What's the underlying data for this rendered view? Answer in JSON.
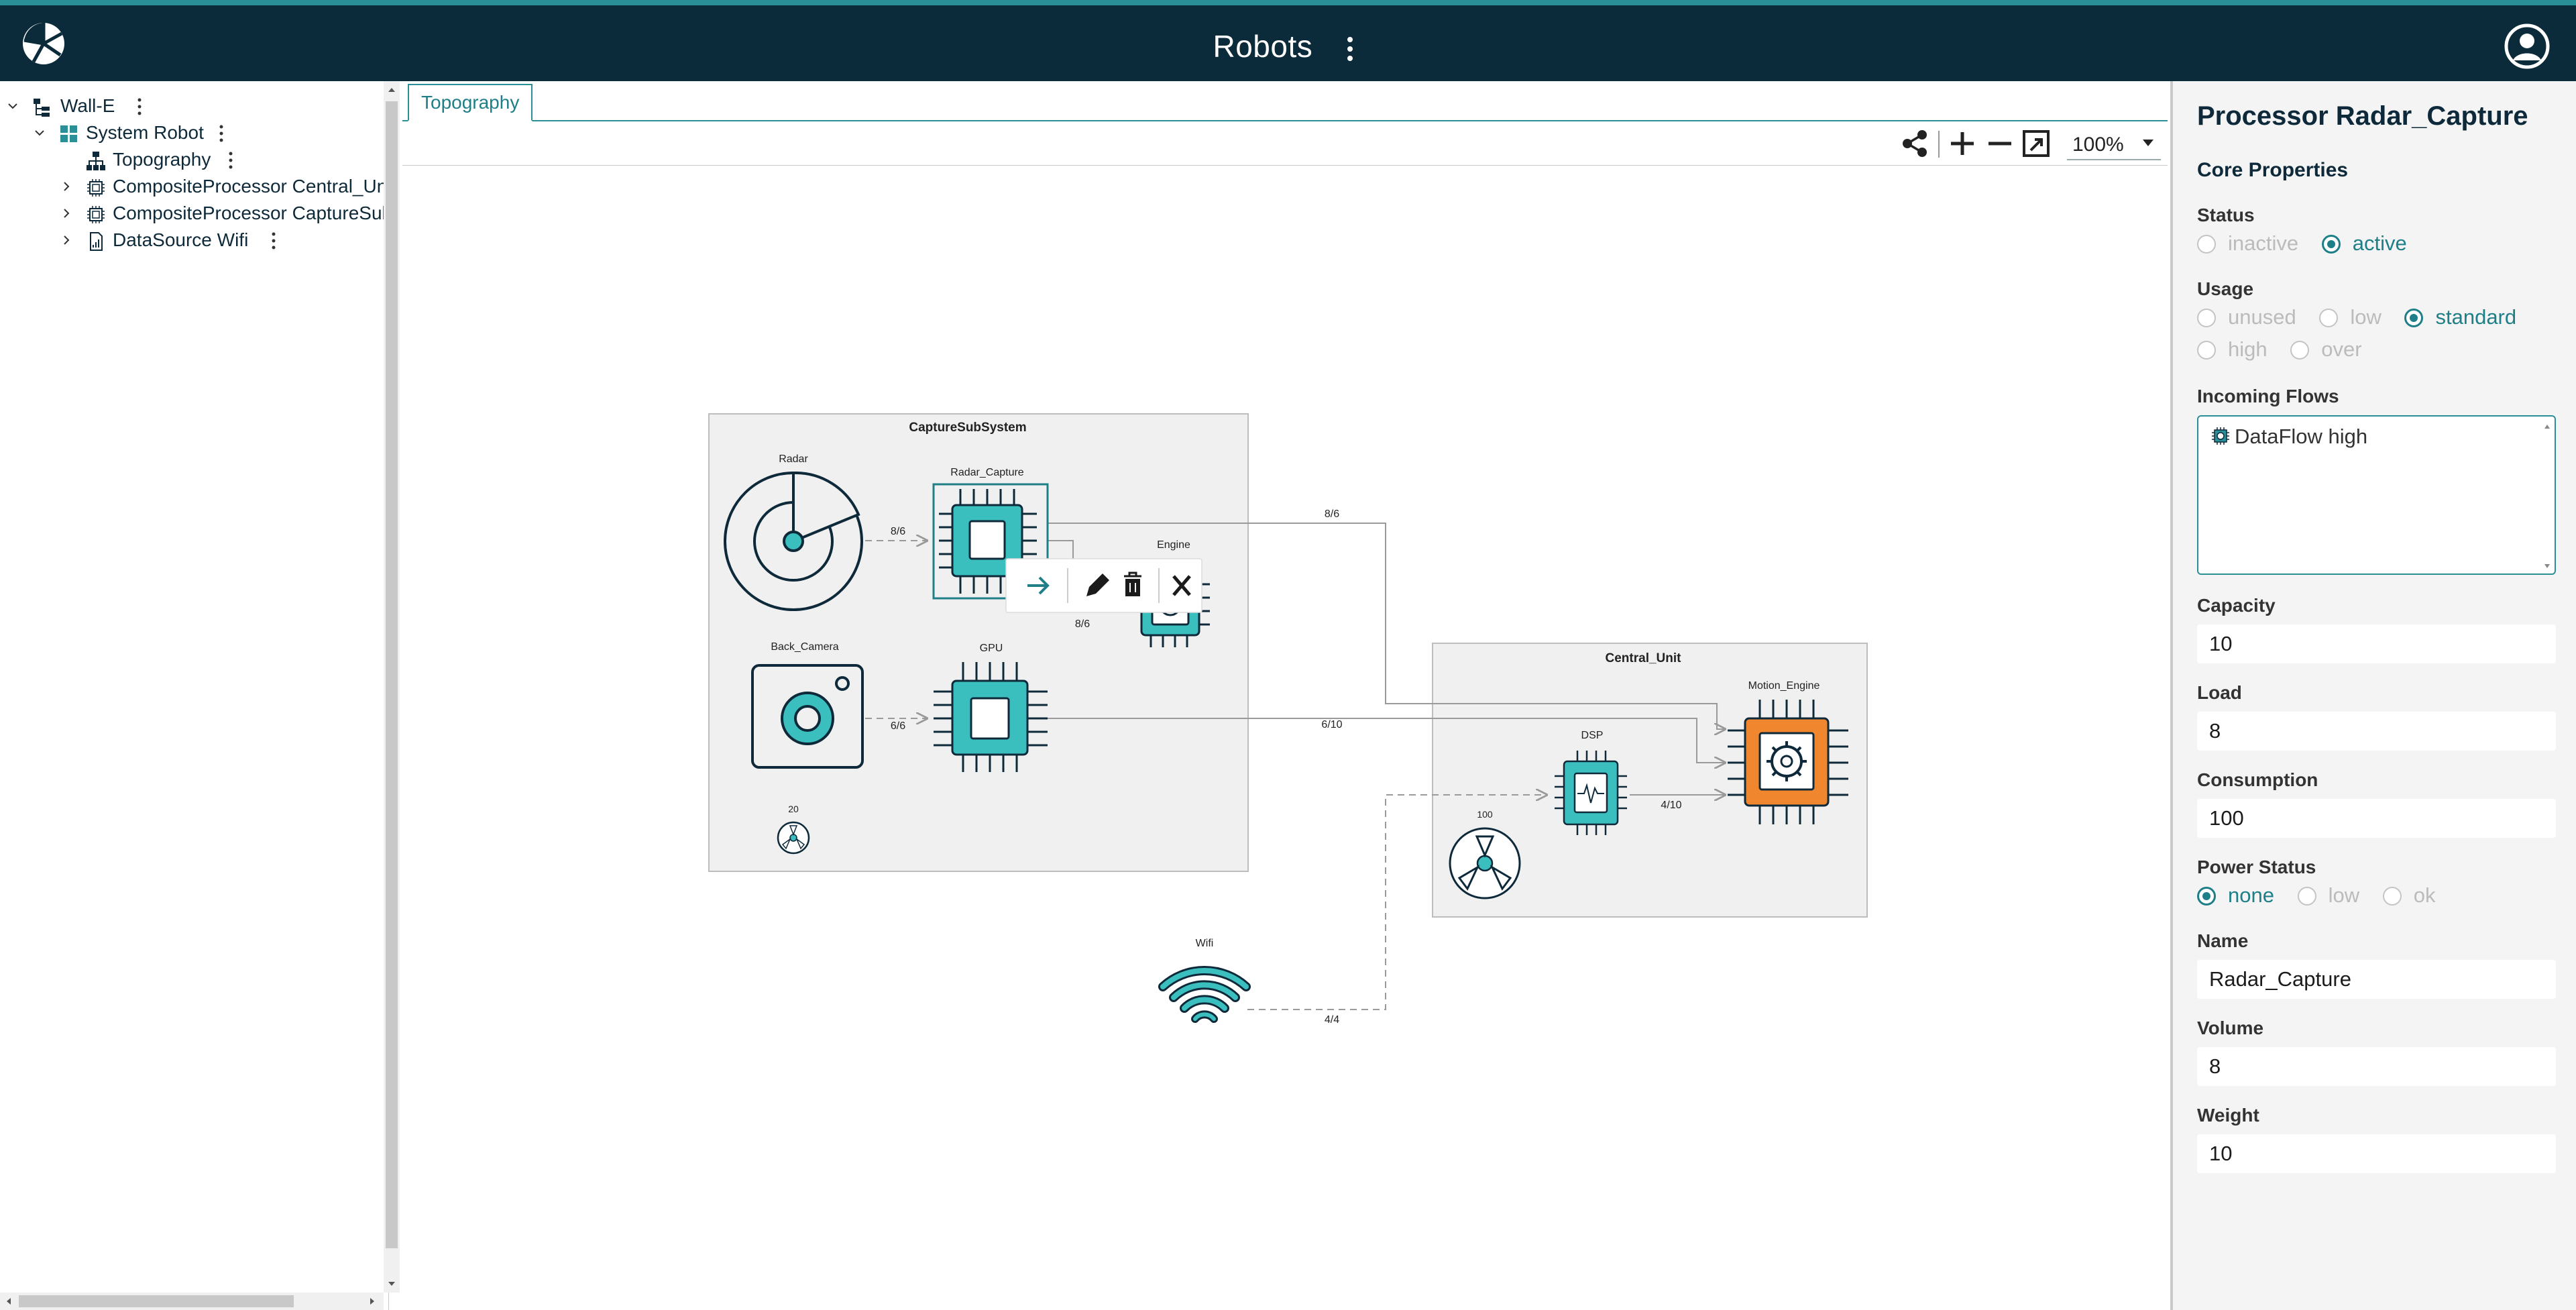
{
  "header": {
    "title": "Robots"
  },
  "tree": {
    "items": [
      {
        "label": "Wall-E",
        "icon": "tree-root-icon",
        "expanded": true
      },
      {
        "label": "System Robot",
        "icon": "grid-icon",
        "expanded": true
      },
      {
        "label": "Topography",
        "icon": "hierarchy-icon"
      },
      {
        "label": "CompositeProcessor Central_Un",
        "icon": "chip-icon",
        "expanded": false
      },
      {
        "label": "CompositeProcessor CaptureSub",
        "icon": "chip-icon",
        "expanded": false
      },
      {
        "label": "DataSource Wifi",
        "icon": "document-icon",
        "expanded": false
      }
    ]
  },
  "tabs": [
    {
      "label": "Topography",
      "active": true
    }
  ],
  "toolbar": {
    "zoom": "100%",
    "buttons": [
      "share-icon",
      "plus-icon",
      "minus-icon",
      "fit-icon"
    ]
  },
  "diagram": {
    "groups": {
      "capture": {
        "label": "CaptureSubSystem"
      },
      "central": {
        "label": "Central_Unit"
      }
    },
    "nodes": {
      "radar": "Radar",
      "radar_capture": "Radar_Capture",
      "engine": "Engine",
      "back_camera": "Back_Camera",
      "gpu": "GPU",
      "fan_small_value": "20",
      "motion_engine": "Motion_Engine",
      "dsp": "DSP",
      "fan_value": "100",
      "wifi": "Wifi"
    },
    "edge_labels": {
      "radar_to_capture": "8/6",
      "capture_to_engine": "8/6",
      "capture_to_motion": "8/6",
      "camera_to_gpu": "6/6",
      "gpu_to_motion": "6/10",
      "dsp_to_motion": "4/10",
      "wifi_to_dsp": "4/4"
    },
    "context_menu": [
      "arrow-right-icon",
      "pencil-icon",
      "trash-icon",
      "close-icon"
    ]
  },
  "panel": {
    "title": "Processor Radar_Capture",
    "section": "Core Properties",
    "status": {
      "label": "Status",
      "options": [
        "inactive",
        "active"
      ],
      "selected": "active"
    },
    "usage": {
      "label": "Usage",
      "options": [
        "unused",
        "low",
        "standard",
        "high",
        "over"
      ],
      "selected": "standard"
    },
    "incoming_flows": {
      "label": "Incoming Flows",
      "items": [
        "DataFlow high"
      ]
    },
    "capacity": {
      "label": "Capacity",
      "value": "10"
    },
    "load": {
      "label": "Load",
      "value": "8"
    },
    "consumption": {
      "label": "Consumption",
      "value": "100"
    },
    "power_status": {
      "label": "Power Status",
      "options": [
        "none",
        "low",
        "ok"
      ],
      "selected": "none"
    },
    "name": {
      "label": "Name",
      "value": "Radar_Capture"
    },
    "volume": {
      "label": "Volume",
      "value": "8"
    },
    "weight": {
      "label": "Weight",
      "value": "10"
    }
  },
  "colors": {
    "header_bg": "#0b2a3a",
    "accent": "#2a8f96",
    "chip_teal": "#3bbfbe",
    "chip_orange": "#f0862e",
    "group_bg": "#f0f0f0"
  }
}
